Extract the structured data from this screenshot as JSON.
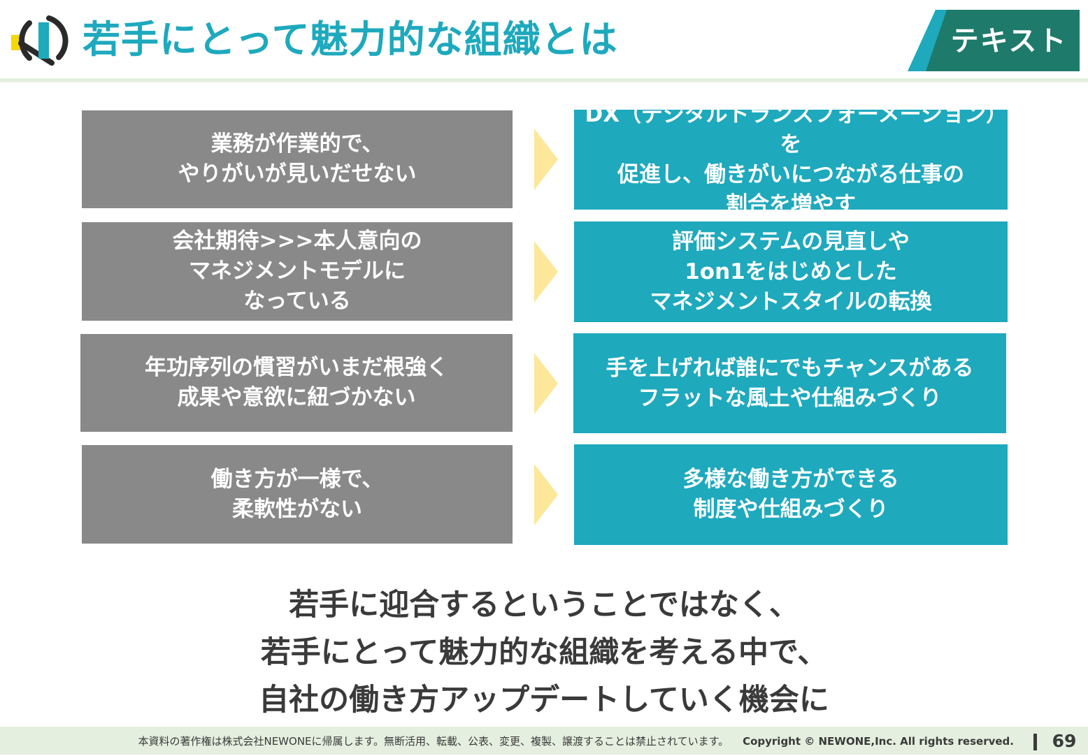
{
  "header": {
    "title": "若手にとって魅力的な組織とは",
    "tag_label": "テキスト"
  },
  "rows": [
    {
      "problem": "業務が作業的で、\nやりがいが見いだせない",
      "solution": "DX（デジタルトランスフォーメーション）を\n促進し、働きがいにつながる仕事の\n割合を増やす"
    },
    {
      "problem": "会社期待>>>本人意向の\nマネジメントモデルに\nなっている",
      "solution": "評価システムの見直しや\n1on1をはじめとした\nマネジメントスタイルの転換"
    },
    {
      "problem": "年功序列の慣習がいまだ根強く\n成果や意欲に紐づかない",
      "solution": "手を上げれば誰にでもチャンスがある\nフラットな風土や仕組みづくり"
    },
    {
      "problem": "働き方が一様で、\n柔軟性がない",
      "solution": "多様な働き方ができる\n制度や仕組みづくり"
    }
  ],
  "conclusion": [
    "若手に迎合するということではなく、",
    "若手にとって魅力的な組織を考える中で、",
    "自社の働き方アップデートしていく機会に"
  ],
  "footer": {
    "notice": "本資料の著作権は株式会社NEWONEに帰属します。無断活用、転載、公表、変更、複製、譲渡することは禁止されています。",
    "copyright": "Copyright © NEWONE,Inc.  All rights reserved.",
    "page_number": "69"
  },
  "colors": {
    "accent": "#1ea9bd",
    "tag_green": "#1e7a6a",
    "problem_gray": "#898989",
    "arrow_yellow": "#fde79a",
    "logo_yellow": "#f5d800",
    "footer_bg": "#e4efdf",
    "text_dark": "#3a3a3a"
  },
  "icons": {
    "logo": "newone-logo-icon",
    "arrow": "chevron-right-icon"
  }
}
